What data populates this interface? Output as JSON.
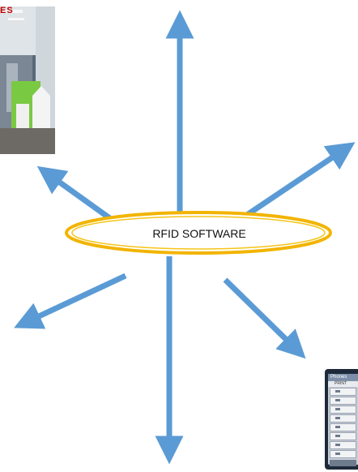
{
  "center_label": "RFID SOFTWARE",
  "photo_top_text": "ES",
  "screen_header": "Phones",
  "screen_subheader": "PRINT",
  "colors": {
    "arrow": "#5b9bd5",
    "ellipse": "#f2b400",
    "photo_partition": "#6fbf3a",
    "panel_frame": "#1e2a3a"
  }
}
